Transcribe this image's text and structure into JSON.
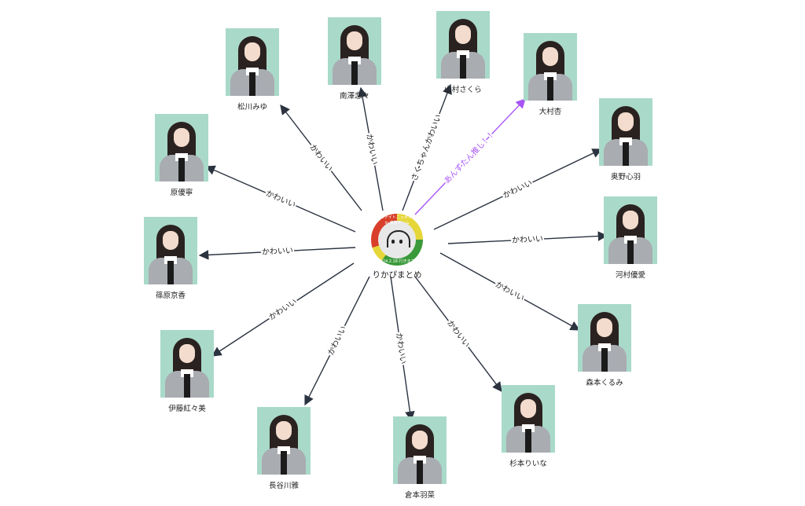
{
  "center": {
    "name": "りかぴまとめ",
    "badge_top": "オールナイトニッポン ANN in 東京ドーム",
    "badge_bottom": "2024.2.18 行きます!"
  },
  "colors": {
    "edge": "#2b3340",
    "highlight": "#a855f7",
    "photo_bg": "#a9d9c9"
  },
  "members": [
    {
      "name": "松川みゆ",
      "edge_label": "かわいい"
    },
    {
      "name": "南澤恋々",
      "edge_label": "かわいい"
    },
    {
      "name": "山村さくら",
      "edge_label": "さくちゃんかわいい"
    },
    {
      "name": "大村杏",
      "edge_label": "あんずたん推し！！",
      "highlight": true
    },
    {
      "name": "奥野心羽",
      "edge_label": "かわいい"
    },
    {
      "name": "河村優愛",
      "edge_label": "かわいい"
    },
    {
      "name": "森本くるみ",
      "edge_label": "かわいい"
    },
    {
      "name": "杉本りいな",
      "edge_label": "かわいい"
    },
    {
      "name": "倉本羽菜",
      "edge_label": "かわいい"
    },
    {
      "name": "長谷川雅",
      "edge_label": "かわいい"
    },
    {
      "name": "伊藤紅々美",
      "edge_label": "かわいい"
    },
    {
      "name": "篠原京香",
      "edge_label": "かわいい"
    },
    {
      "name": "原優寧",
      "edge_label": "かわいい"
    }
  ]
}
